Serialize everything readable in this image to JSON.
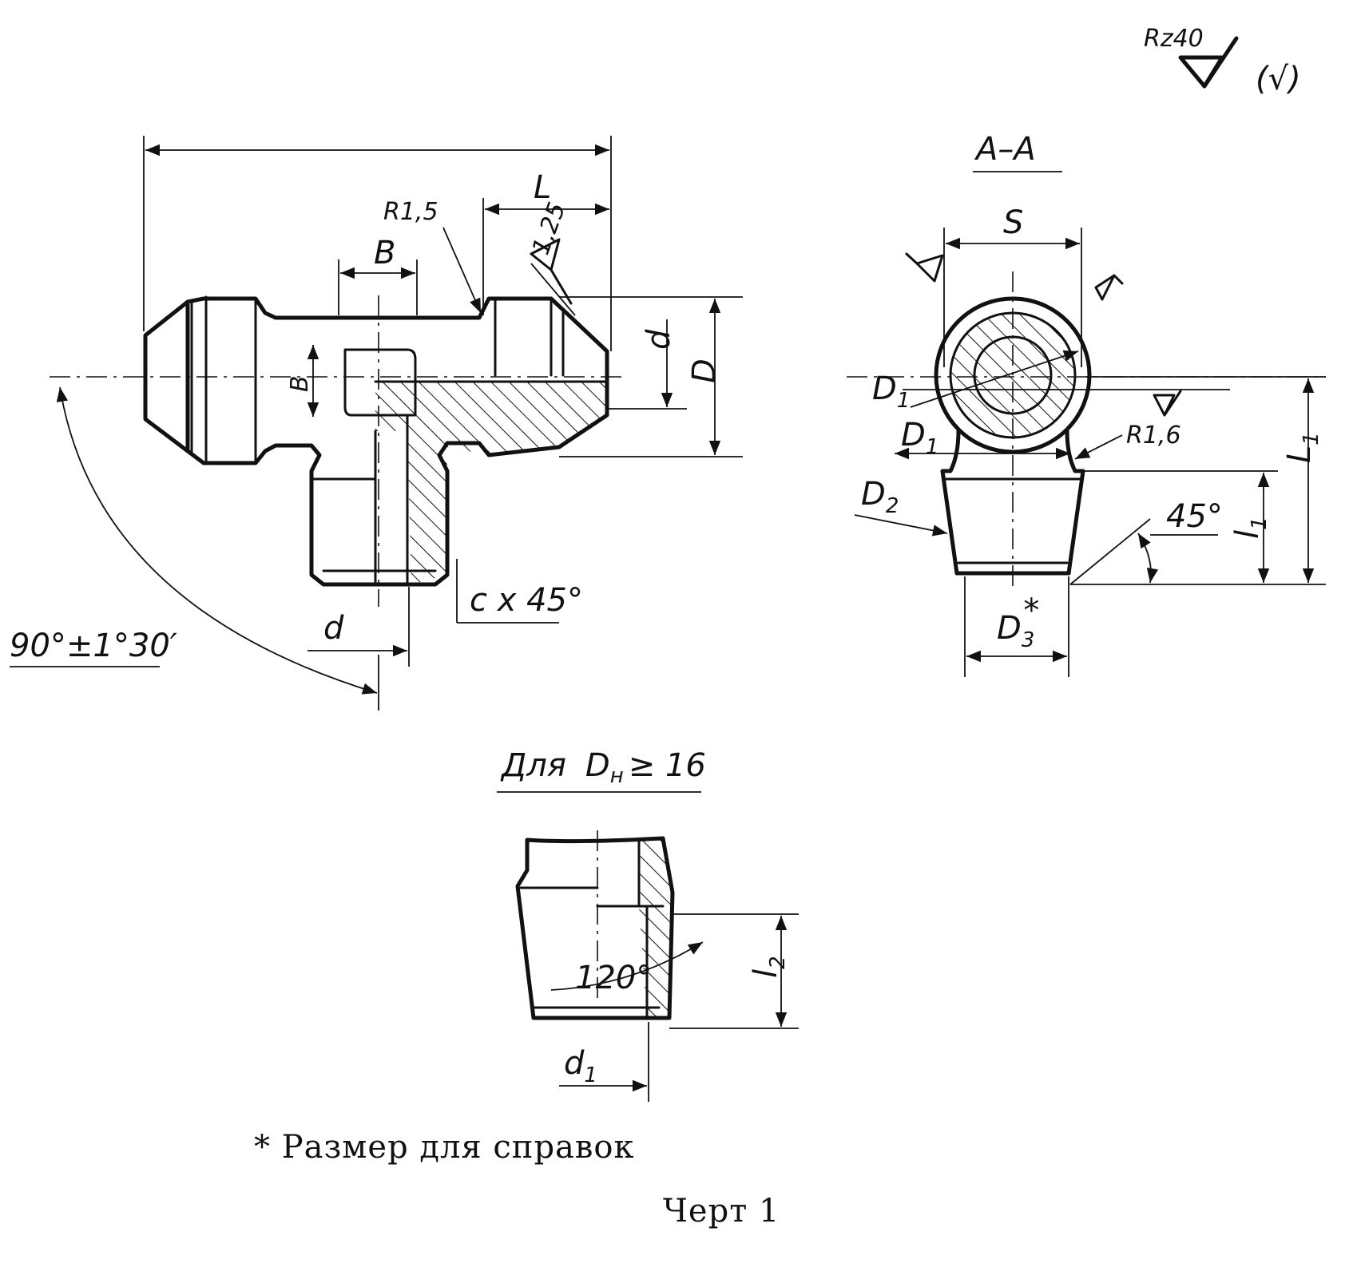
{
  "roughness": {
    "rz": "Rz40",
    "other": "(√)"
  },
  "main_view": {
    "overall_length_label": "",
    "L": "L",
    "R15": "R1,5",
    "roughness_125": "1,25",
    "B_top": "B",
    "B_side": "B",
    "d_right": "d",
    "D_right": "D",
    "angle": "90°±1°30′",
    "d_bottom": "d",
    "chamfer": "c x 45°"
  },
  "section": {
    "title": "A–A",
    "S": "S",
    "D1_upper": "D",
    "D1_upper_sub": "1",
    "D1_lower": "D",
    "D1_lower_sub": "1",
    "R16": "R1,6",
    "D2": "D",
    "D2_sub": "2",
    "L1": "L",
    "L1_sub": "1",
    "l1": "l",
    "l1_sub": "1",
    "angle45": "45°",
    "D3": "D",
    "D3_sub": "3",
    "D3_star": "*"
  },
  "detail": {
    "title_pre": "Для",
    "title_D": "D",
    "title_sub": "н",
    "title_post": "≥ 16",
    "angle120": "120°",
    "l2": "l",
    "l2_sub": "2",
    "d1": "d",
    "d1_sub": "1"
  },
  "footnote": "* Размер для справок",
  "caption": "Черт  1"
}
